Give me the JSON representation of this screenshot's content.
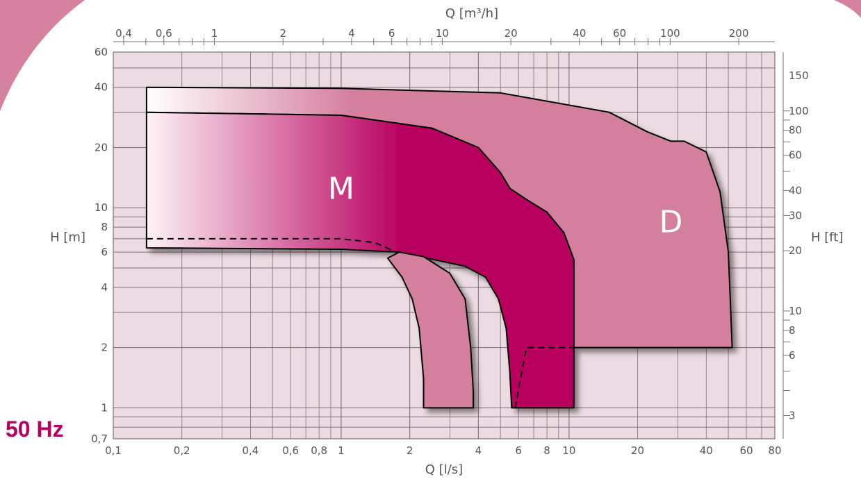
{
  "frequency_label": "50 Hz",
  "colors": {
    "plot_bg": "#ecdbe3",
    "grid": "#7b6f75",
    "region_D": "#d57f9f",
    "region_M_dark": "#b8005f",
    "region_M_light": "#fdf3f6",
    "corner_decor": "#d4829f",
    "brand": "#b5005f",
    "outline": "#000000"
  },
  "chart_data": {
    "type": "area",
    "xlabel_bottom": "Q [l/s]",
    "xlabel_top": "Q [m³/h]",
    "ylabel_left": "H [m]",
    "ylabel_right": "H [ft]",
    "xscale": "log",
    "yscale": "log",
    "grid": true,
    "xlim": [
      0.1,
      80
    ],
    "ylim": [
      0.7,
      60
    ],
    "x_ticks_bottom": [
      {
        "v": 0.1,
        "label": "0,1"
      },
      {
        "v": 0.2,
        "label": "0,2"
      },
      {
        "v": 0.4,
        "label": "0,4"
      },
      {
        "v": 0.6,
        "label": "0,6"
      },
      {
        "v": 0.8,
        "label": "0,8"
      },
      {
        "v": 1,
        "label": "1"
      },
      {
        "v": 2,
        "label": "2"
      },
      {
        "v": 4,
        "label": "4"
      },
      {
        "v": 6,
        "label": "6"
      },
      {
        "v": 8,
        "label": "8"
      },
      {
        "v": 10,
        "label": "10"
      },
      {
        "v": 20,
        "label": "20"
      },
      {
        "v": 40,
        "label": "40"
      },
      {
        "v": 60,
        "label": "60"
      },
      {
        "v": 80,
        "label": "80"
      }
    ],
    "x_ticks_top": [
      {
        "v": 0.4,
        "label": "0,4"
      },
      {
        "v": 0.6,
        "label": "0,6"
      },
      {
        "v": 1,
        "label": "1"
      },
      {
        "v": 2,
        "label": "2"
      },
      {
        "v": 4,
        "label": "4"
      },
      {
        "v": 6,
        "label": "6"
      },
      {
        "v": 10,
        "label": "10"
      },
      {
        "v": 20,
        "label": "20"
      },
      {
        "v": 40,
        "label": "40"
      },
      {
        "v": 60,
        "label": "60"
      },
      {
        "v": 100,
        "label": "100"
      },
      {
        "v": 200,
        "label": "200"
      }
    ],
    "y_ticks_left": [
      {
        "v": 0.7,
        "label": "0,7"
      },
      {
        "v": 1,
        "label": "1"
      },
      {
        "v": 2,
        "label": "2"
      },
      {
        "v": 4,
        "label": "4"
      },
      {
        "v": 6,
        "label": "6"
      },
      {
        "v": 8,
        "label": "8"
      },
      {
        "v": 10,
        "label": "10"
      },
      {
        "v": 20,
        "label": "20"
      },
      {
        "v": 40,
        "label": "40"
      },
      {
        "v": 60,
        "label": "60"
      }
    ],
    "y_ticks_right": [
      {
        "v": 3,
        "label": "3"
      },
      {
        "v": 6,
        "label": "6"
      },
      {
        "v": 8,
        "label": "8"
      },
      {
        "v": 10,
        "label": "10"
      },
      {
        "v": 20,
        "label": "20"
      },
      {
        "v": 30,
        "label": "30"
      },
      {
        "v": 40,
        "label": "40"
      },
      {
        "v": 60,
        "label": "60"
      },
      {
        "v": 80,
        "label": "80"
      },
      {
        "v": 100,
        "label": "100"
      },
      {
        "v": 150,
        "label": "150"
      }
    ],
    "regions": [
      {
        "name": "D",
        "label_at": [
          28,
          8.5
        ],
        "boundary": [
          [
            0.14,
            40
          ],
          [
            1,
            39.5
          ],
          [
            5,
            37.5
          ],
          [
            15,
            30
          ],
          [
            22,
            24
          ],
          [
            28,
            21.5
          ],
          [
            32,
            21.5
          ],
          [
            40,
            19
          ],
          [
            46,
            12
          ],
          [
            50,
            6
          ],
          [
            52,
            2
          ],
          [
            10.5,
            2
          ],
          [
            10.5,
            5.5
          ],
          [
            9.5,
            7.5
          ],
          [
            8,
            9.5
          ],
          [
            6.5,
            11
          ],
          [
            5.5,
            12.5
          ],
          [
            5,
            15
          ],
          [
            4,
            20
          ],
          [
            2.5,
            25
          ],
          [
            1,
            29
          ],
          [
            0.14,
            30
          ],
          [
            0.14,
            40
          ]
        ]
      },
      {
        "name": "M",
        "label_at": [
          1,
          12.5
        ],
        "boundary": [
          [
            0.14,
            30
          ],
          [
            1,
            29
          ],
          [
            2.5,
            25
          ],
          [
            4,
            20
          ],
          [
            5,
            15
          ],
          [
            5.5,
            12.5
          ],
          [
            6.5,
            11
          ],
          [
            8,
            9.5
          ],
          [
            9.5,
            7.5
          ],
          [
            10.5,
            5.5
          ],
          [
            10.5,
            1
          ],
          [
            5.6,
            1
          ],
          [
            5.5,
            1.5
          ],
          [
            5.3,
            2.5
          ],
          [
            4.9,
            3.5
          ],
          [
            4.3,
            4.5
          ],
          [
            3.5,
            5.1
          ],
          [
            1.8,
            6
          ],
          [
            1,
            6.2
          ],
          [
            0.14,
            6.3
          ],
          [
            0.14,
            30
          ]
        ]
      },
      {
        "name": "",
        "label_at": null,
        "boundary": [
          [
            1.8,
            6
          ],
          [
            2.3,
            5.7
          ],
          [
            3,
            4.7
          ],
          [
            3.5,
            3.5
          ],
          [
            3.7,
            2
          ],
          [
            3.8,
            1.2
          ],
          [
            3.8,
            1
          ],
          [
            2.3,
            1
          ],
          [
            2.3,
            1.4
          ],
          [
            2.2,
            2.5
          ],
          [
            2.05,
            3.5
          ],
          [
            1.85,
            4.5
          ],
          [
            1.6,
            5.6
          ],
          [
            1.8,
            6
          ]
        ]
      }
    ],
    "dashed_lines": [
      [
        [
          0.14,
          7
        ],
        [
          1,
          7
        ],
        [
          1.4,
          6.7
        ],
        [
          1.75,
          6
        ]
      ],
      [
        [
          5.8,
          1
        ],
        [
          6.5,
          2
        ],
        [
          10.5,
          2
        ]
      ]
    ]
  }
}
